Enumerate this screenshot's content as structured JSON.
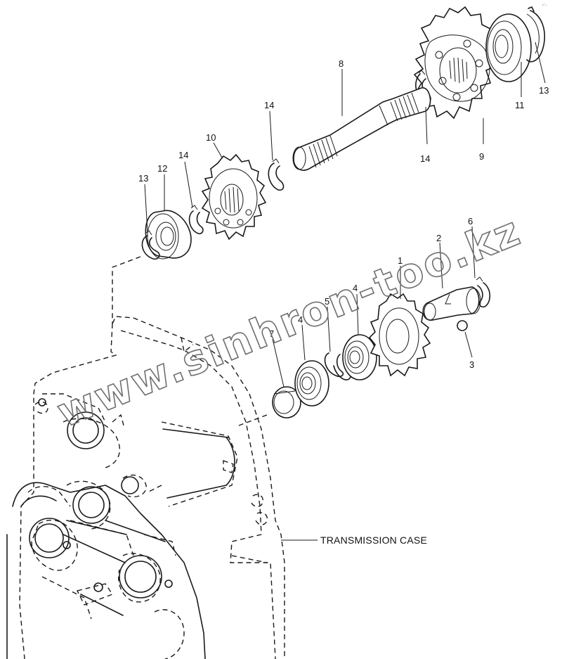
{
  "diagram": {
    "corner_mark": "r''--",
    "watermark": "www.sinhron-too.kz",
    "case_label": "TRANSMISSION CASE",
    "callouts": [
      {
        "id": "c13a",
        "text": "13"
      },
      {
        "id": "c12",
        "text": "12"
      },
      {
        "id": "c14a",
        "text": "14"
      },
      {
        "id": "c10",
        "text": "10"
      },
      {
        "id": "c14b",
        "text": "14"
      },
      {
        "id": "c8",
        "text": "8"
      },
      {
        "id": "c14c",
        "text": "14"
      },
      {
        "id": "c9",
        "text": "9"
      },
      {
        "id": "c11",
        "text": "11"
      },
      {
        "id": "c13b",
        "text": "13"
      },
      {
        "id": "c7",
        "text": "7"
      },
      {
        "id": "c4a",
        "text": "4"
      },
      {
        "id": "c5",
        "text": "5"
      },
      {
        "id": "c4b",
        "text": "4"
      },
      {
        "id": "c1",
        "text": "1"
      },
      {
        "id": "c2",
        "text": "2"
      },
      {
        "id": "c6",
        "text": "6"
      },
      {
        "id": "c3",
        "text": "3"
      }
    ]
  }
}
